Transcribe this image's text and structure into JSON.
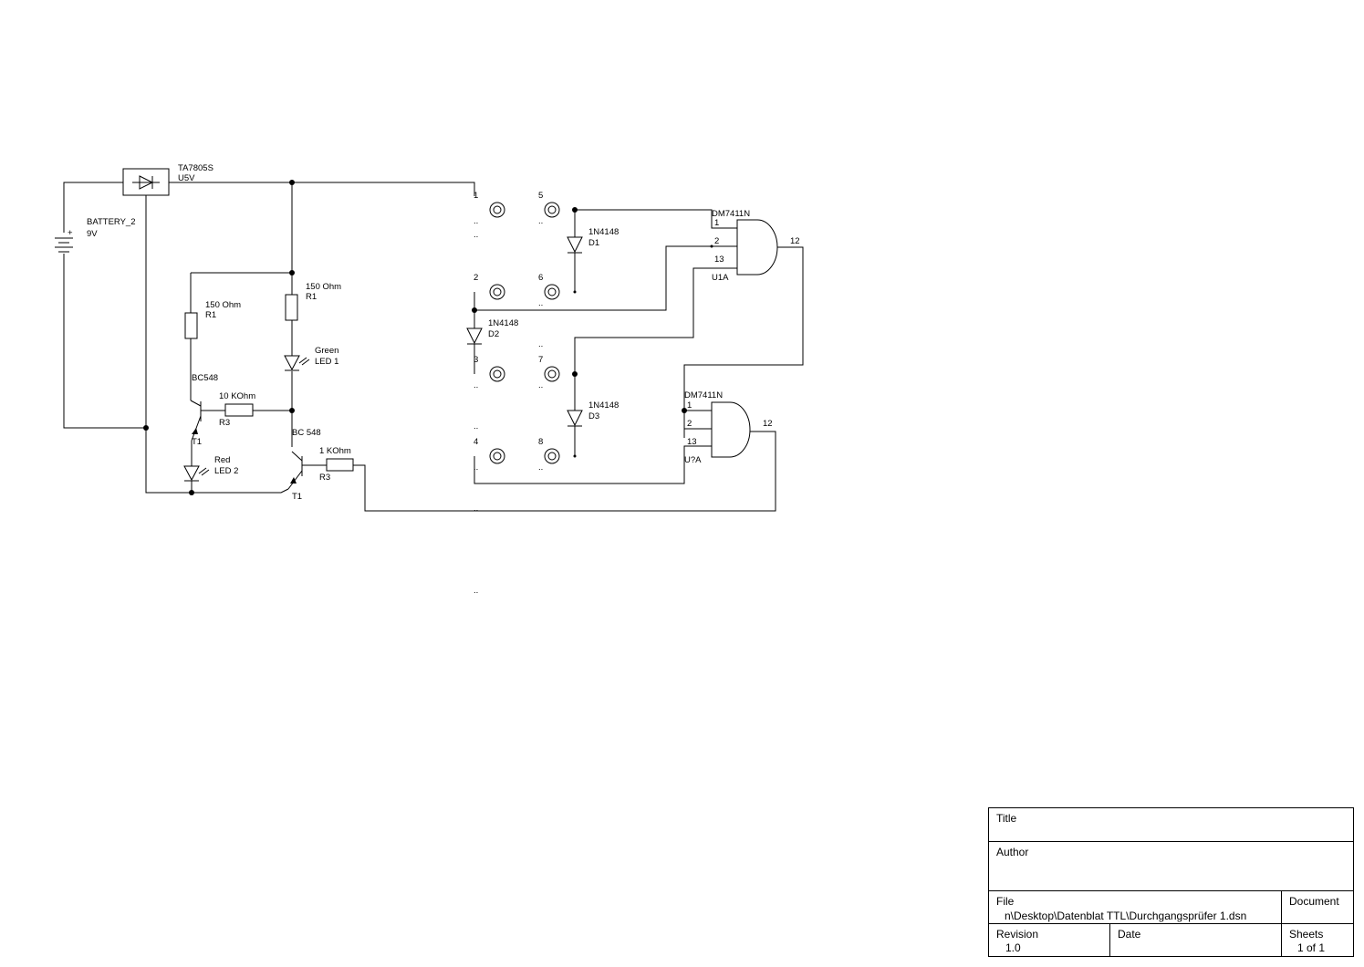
{
  "schematic": {
    "regulator": {
      "part": "TA7805S",
      "ref": "U5V"
    },
    "battery": {
      "ref": "BATTERY_2",
      "value": "9V",
      "polarity": "+"
    },
    "resistors": [
      {
        "value": "150 Ohm",
        "ref": "R1"
      },
      {
        "value": "150 Ohm",
        "ref": "R1"
      },
      {
        "value": "10 KOhm",
        "ref": "R3"
      },
      {
        "value": "1 KOhm",
        "ref": "R3"
      }
    ],
    "leds": [
      {
        "color": "Green",
        "ref": "LED 1"
      },
      {
        "color": "Red",
        "ref": "LED 2"
      }
    ],
    "transistors": [
      {
        "part": "BC548",
        "ref": "T1"
      },
      {
        "part": "BC 548",
        "ref": "T1"
      }
    ],
    "diodes": [
      {
        "part": "1N4148",
        "ref": "D1"
      },
      {
        "part": "1N4148",
        "ref": "D2"
      },
      {
        "part": "1N4148",
        "ref": "D3"
      }
    ],
    "gates": [
      {
        "part": "DM7411N",
        "ref": "U1A",
        "pins": [
          "1",
          "2",
          "13",
          "12"
        ]
      },
      {
        "part": "DM7411N",
        "ref": "U?A",
        "pins": [
          "1",
          "2",
          "13",
          "12"
        ]
      }
    ],
    "connectors": [
      "1",
      "2",
      "3",
      "4",
      "5",
      "6",
      "7",
      "8"
    ],
    "dots": ".."
  },
  "title_block": {
    "title_label": "Title",
    "author_label": "Author",
    "file_label": "File",
    "file_value": "n\\Desktop\\Datenblat TTL\\Durchgangsprüfer 1.dsn",
    "document_label": "Document",
    "revision_label": "Revision",
    "revision_value": "1.0",
    "date_label": "Date",
    "sheets_label": "Sheets",
    "sheets_value": "1 of 1"
  }
}
